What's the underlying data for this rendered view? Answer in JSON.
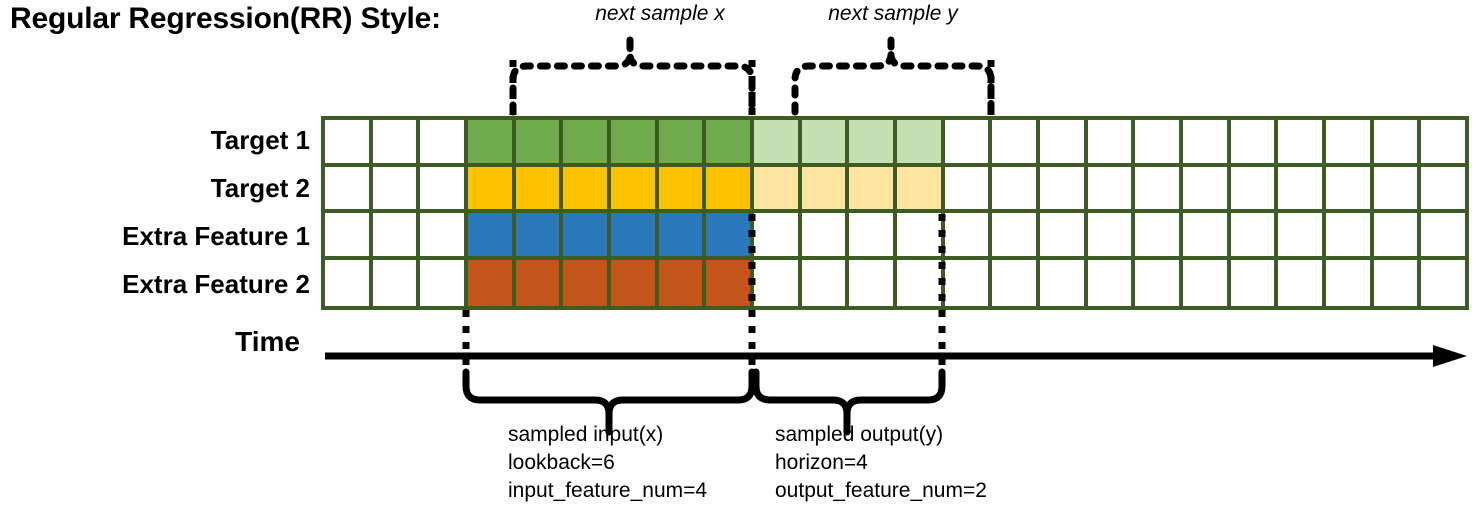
{
  "title": "Regular Regression(RR) Style:",
  "colors": {
    "grid_line": "#3d5c24",
    "target1_dark": "#6fab4d",
    "target1_light": "#c5dfb3",
    "target2_dark": "#fdc300",
    "target2_light": "#fde5a0",
    "extra1": "#2b77bb",
    "extra2": "#c4551a",
    "empty": "#ffffff",
    "ink": "#000000"
  },
  "grid": {
    "total_columns": 24,
    "rows": [
      {
        "label": "Target 1",
        "name": "target-1",
        "cells": [
          "empty",
          "empty",
          "empty",
          "target1_dark",
          "target1_dark",
          "target1_dark",
          "target1_dark",
          "target1_dark",
          "target1_dark",
          "target1_light",
          "target1_light",
          "target1_light",
          "target1_light",
          "empty",
          "empty",
          "empty",
          "empty",
          "empty",
          "empty",
          "empty",
          "empty",
          "empty",
          "empty",
          "empty"
        ]
      },
      {
        "label": "Target 2",
        "name": "target-2",
        "cells": [
          "empty",
          "empty",
          "empty",
          "target2_dark",
          "target2_dark",
          "target2_dark",
          "target2_dark",
          "target2_dark",
          "target2_dark",
          "target2_light",
          "target2_light",
          "target2_light",
          "target2_light",
          "empty",
          "empty",
          "empty",
          "empty",
          "empty",
          "empty",
          "empty",
          "empty",
          "empty",
          "empty",
          "empty"
        ]
      },
      {
        "label": "Extra Feature 1",
        "name": "extra-feature-1",
        "cells": [
          "empty",
          "empty",
          "empty",
          "extra1",
          "extra1",
          "extra1",
          "extra1",
          "extra1",
          "extra1",
          "empty",
          "empty",
          "empty",
          "empty",
          "empty",
          "empty",
          "empty",
          "empty",
          "empty",
          "empty",
          "empty",
          "empty",
          "empty",
          "empty",
          "empty"
        ]
      },
      {
        "label": "Extra Feature 2",
        "name": "extra-feature-2",
        "cells": [
          "empty",
          "empty",
          "empty",
          "extra2",
          "extra2",
          "extra2",
          "extra2",
          "extra2",
          "extra2",
          "empty",
          "empty",
          "empty",
          "empty",
          "empty",
          "empty",
          "empty",
          "empty",
          "empty",
          "empty",
          "empty",
          "empty",
          "empty",
          "empty",
          "empty"
        ]
      }
    ]
  },
  "axis": {
    "label": "Time",
    "direction": "right-arrow"
  },
  "top_annotations": {
    "next_sample_x": "next sample x",
    "next_sample_y": "next sample y"
  },
  "bottom_annotations": {
    "input": {
      "line1": "sampled input(x)",
      "line2": "lookback=6",
      "line3": "input_feature_num=4"
    },
    "output": {
      "line1": "sampled output(y)",
      "line2": "horizon=4",
      "line3": "output_feature_num=2"
    }
  }
}
